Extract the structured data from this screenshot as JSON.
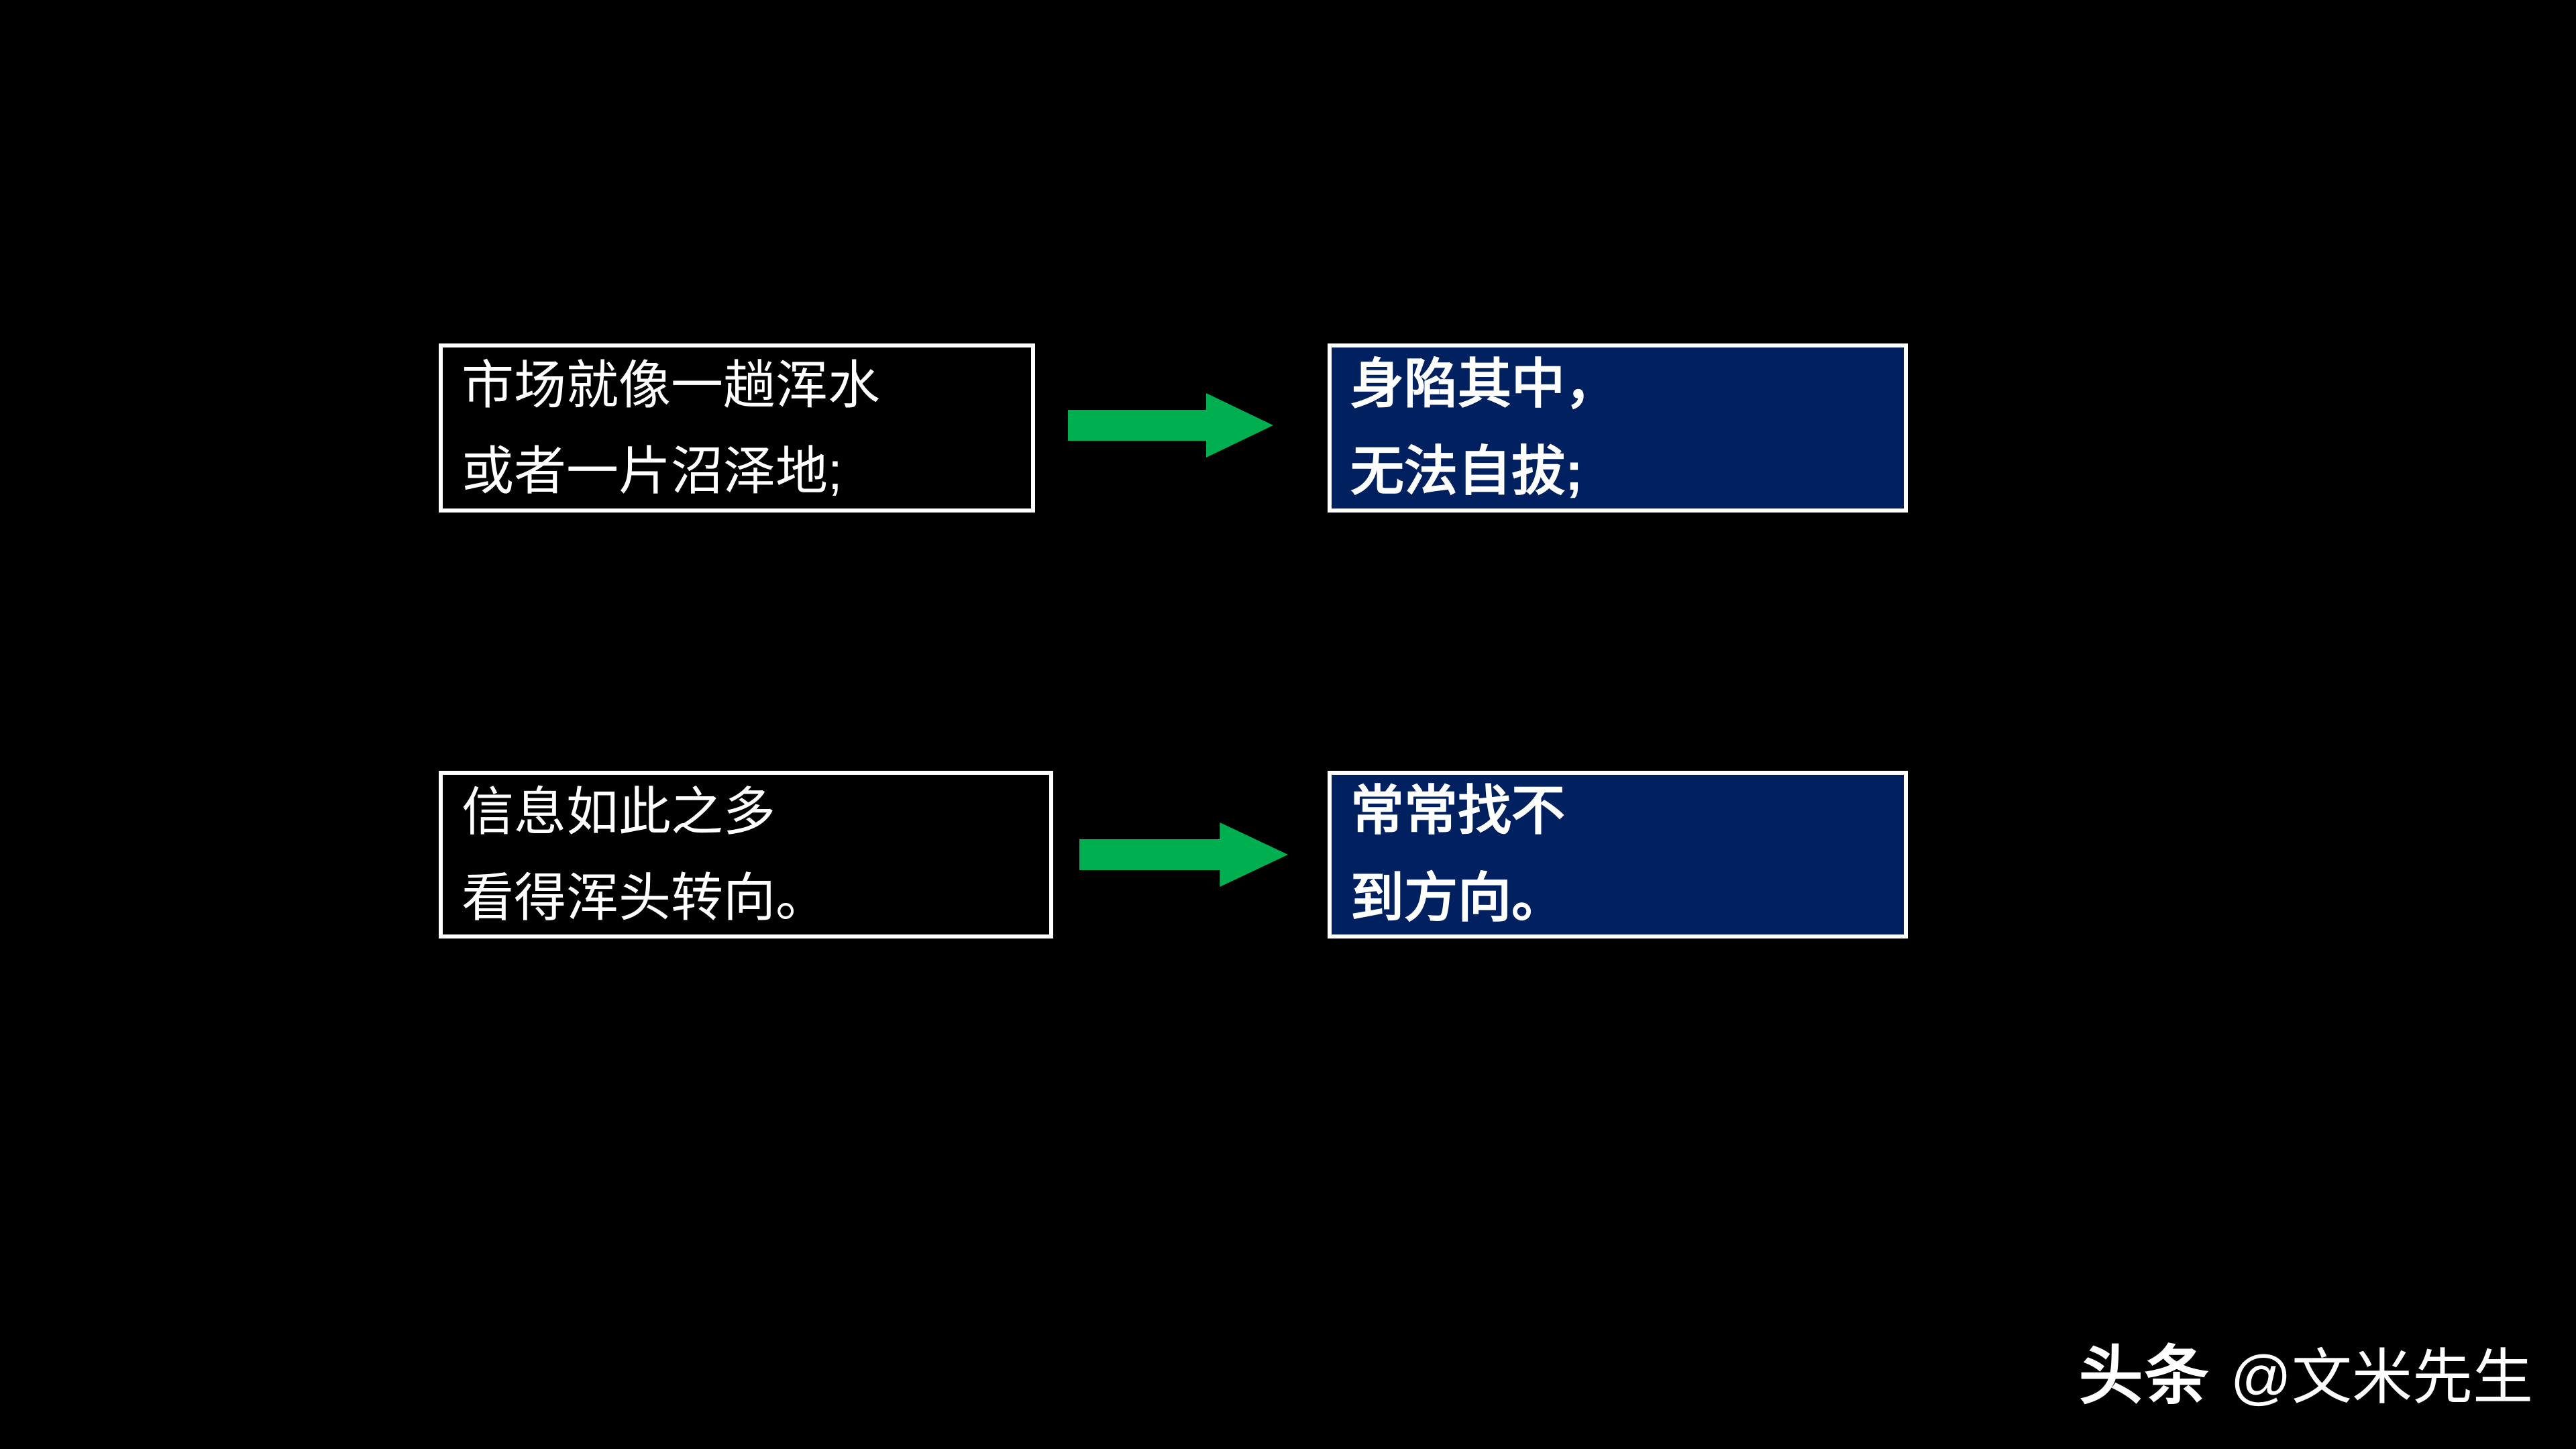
{
  "slide": {
    "colors": {
      "background": "#000000",
      "accent_green": "#00B050",
      "box_blue": "#002060",
      "box_black": "#000000",
      "border_white": "#FFFFFF",
      "text_white": "#FFFFFF"
    },
    "rows": [
      {
        "cause": {
          "lines": [
            "市场就像一趟浑水",
            "或者一片沼泽地;"
          ]
        },
        "effect": {
          "lines": [
            "身陷其中，",
            "无法自拔;"
          ]
        }
      },
      {
        "cause": {
          "lines": [
            "信息如此之多",
            "看得浑头转向。"
          ]
        },
        "effect": {
          "lines": [
            "常常找不",
            "到方向。"
          ]
        }
      }
    ],
    "watermark": {
      "brand": "头条",
      "handle": "@文米先生"
    }
  }
}
